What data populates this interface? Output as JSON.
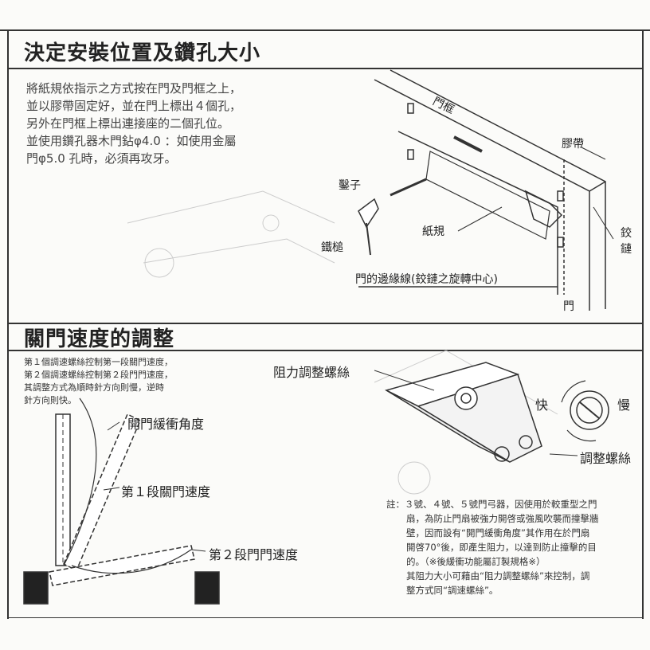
{
  "section1": {
    "title": "決定安裝位置及鑽孔大小",
    "paragraph": [
      "將紙規依指示之方式按在門及門框之上，",
      "並以膠帶固定好，並在門上標出４個孔，",
      "另外在門框上標出連接座的二個孔位。",
      "並使用鑽孔器木門鉆φ4.0 ：如使用金屬",
      "門φ5.0 孔時，必須再攻牙。"
    ],
    "labels": {
      "frame": "門框",
      "tape": "膠帶",
      "chisel": "鑿子",
      "template": "紙規",
      "hammer": "鐵槌",
      "hinge": "鉸鏈",
      "edge_line": "門的邊緣線(鉸鏈之旋轉中心)",
      "door": "門"
    }
  },
  "section2": {
    "title": "關門速度的調整",
    "paragraph": [
      "第１個調速螺絲控制第一段關門速度，",
      "第２個調速螺絲控制第２段門門速度，",
      "其調整方式為順時針方向則慢，逆時",
      "針方向則快。"
    ],
    "labels": {
      "buffer_angle": "開門緩衝角度",
      "speed1": "第１段關門速度",
      "speed2": "第２段門門速度",
      "resistance_screw": "阻力調整螺絲",
      "fast": "快",
      "slow": "慢",
      "adjust_screw": "調整螺絲"
    },
    "note": [
      "註：３號、４號、５號門弓器，因使用於較重型之門",
      "扇，為防止門扇被強力開啓或強風吹襲而撞擊牆",
      "壁，因而設有“開門緩衝角度”其作用在於門扇",
      "開啓70°後，即產生阻力，以達到防止撞擊的目",
      "的。（※後緩衝功能屬訂製規格※）",
      "其阻力大小可藉由“阻力調整螺絲”來控制，調",
      "整方式同“調速螺絲”。"
    ]
  }
}
